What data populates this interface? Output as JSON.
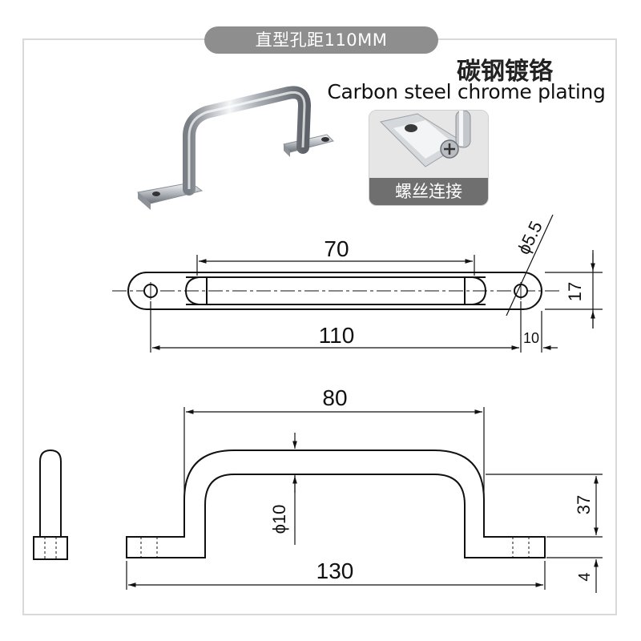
{
  "header": {
    "pill_text": "直型孔距110MM",
    "title_cn": "碳钢镀铬",
    "title_en": "Carbon steel chrome plating"
  },
  "inset": {
    "caption": "螺丝连接"
  },
  "top_view": {
    "dim_inner": "70",
    "dim_total": "110",
    "dim_hole": "ϕ5.5",
    "dim_height": "17",
    "dim_offset": "10"
  },
  "front_view": {
    "dim_inner": "80",
    "dim_total": "130",
    "dim_bar": "ϕ10",
    "dim_rise": "37",
    "dim_base": "4"
  },
  "colors": {
    "pill_bg": "#8e8e8e",
    "caption_bg": "#6f6f6f",
    "frame": "#d9d9d9",
    "line": "#111111"
  }
}
